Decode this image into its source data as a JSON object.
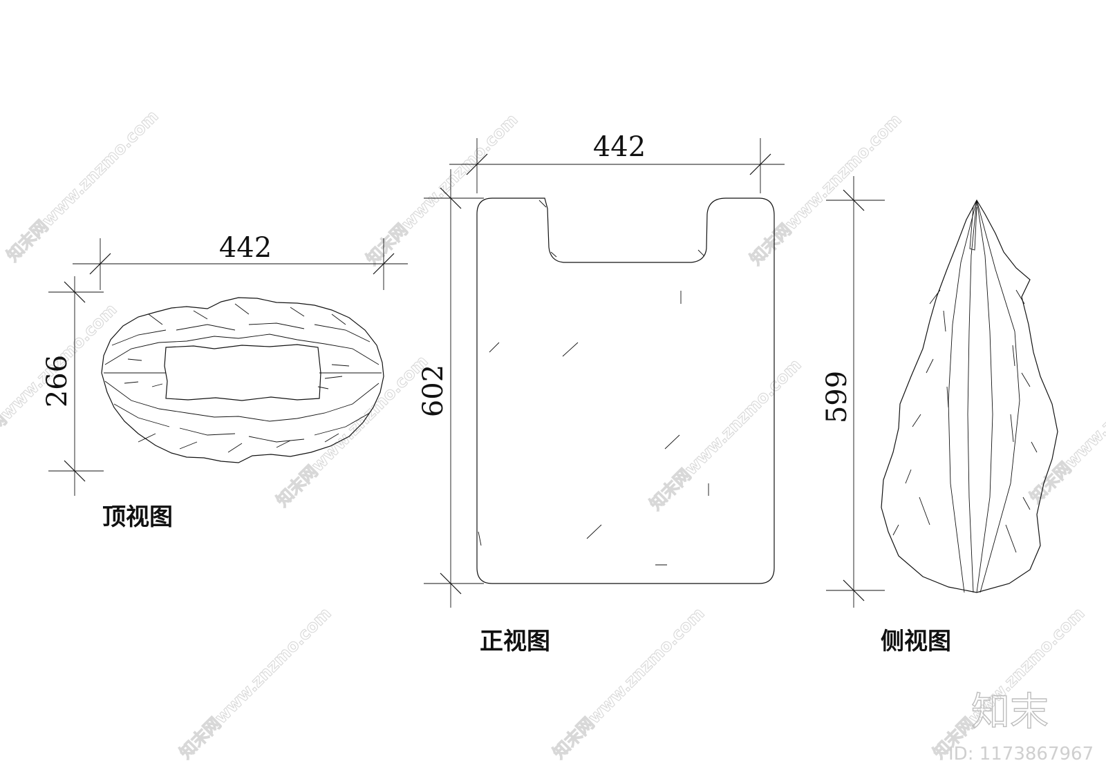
{
  "views": {
    "top": {
      "label": "顶视图",
      "width_dim": "442",
      "height_dim": "266"
    },
    "front": {
      "label": "正视图",
      "width_dim": "442",
      "height_dim": "602"
    },
    "side": {
      "label": "侧视图",
      "height_dim": "599"
    }
  },
  "watermark": {
    "text": "知末网www.znzmo.com"
  },
  "brand": {
    "logo_text": "知末",
    "id_text": "ID: 1173867967"
  }
}
